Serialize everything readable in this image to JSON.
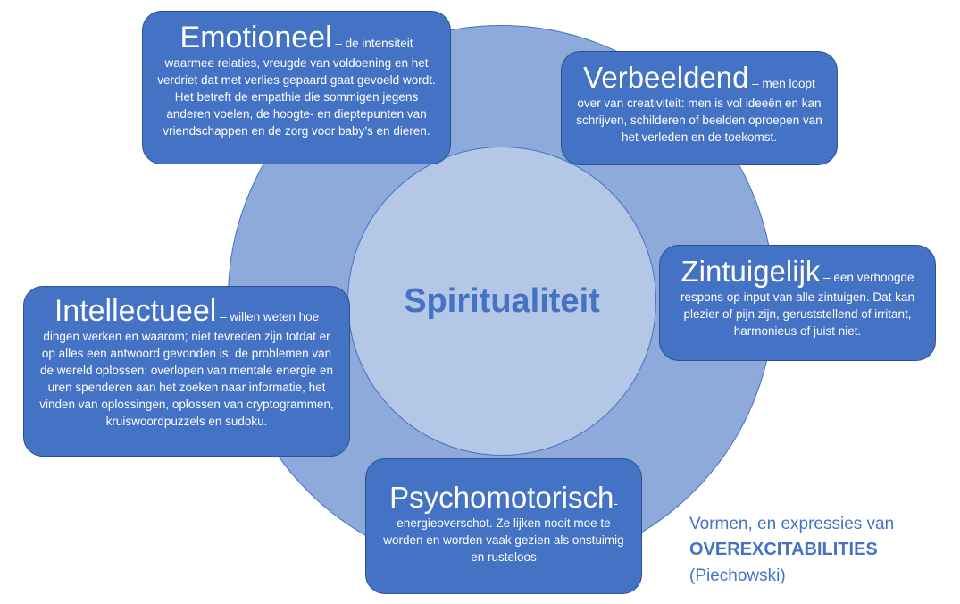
{
  "center": {
    "label": "Spiritualiteit"
  },
  "boxes": {
    "emotioneel": {
      "title": "Emotioneel",
      "text": " – de intensiteit waarmee relaties, vreugde van voldoening en het verdriet dat met verlies gepaard gaat gevoeld wordt. Het betreft de empathie die sommigen jegens anderen voelen, de hoogte- en dieptepunten van vriendschappen en de zorg voor baby’s en dieren."
    },
    "verbeeldend": {
      "title": "Verbeeldend",
      "text": " – men loopt over van creativiteit: men is vol ideeën en kan schrijven, schilderen of beelden oproepen van het verleden en de toekomst."
    },
    "zintuigelijk": {
      "title": "Zintuigelijk",
      "text": " – een verhoogde respons op input van alle zintuigen. Dat kan plezier of pijn zijn, geruststellend of irritant, harmonieus of juist niet."
    },
    "intellectueel": {
      "title": "Intellectueel",
      "text": " – willen weten hoe dingen werken en waarom; niet tevreden zijn totdat er op alles een antwoord gevonden is; de problemen van de wereld oplossen; overlopen van mentale energie en uren spenderen aan het zoeken naar informatie, het vinden van oplossingen, oplossen van cryptogrammen, kruiswoordpuzzels en sudoku."
    },
    "psychomotorisch": {
      "title": "Psychomotorisch",
      "text": "- energieoverschot. Ze lijken nooit moe te worden en worden vaak gezien als onstuimig en rusteloos"
    }
  },
  "caption": {
    "line1": "Vormen, en expressies van",
    "line2": "OVEREXCITABILITIES",
    "line3": "(Piechowski)"
  },
  "colors": {
    "outer_circle": "#8eaadb",
    "inner_circle": "#b4c7e7",
    "box_fill": "#4472c4",
    "accent_text": "#4472c4"
  }
}
